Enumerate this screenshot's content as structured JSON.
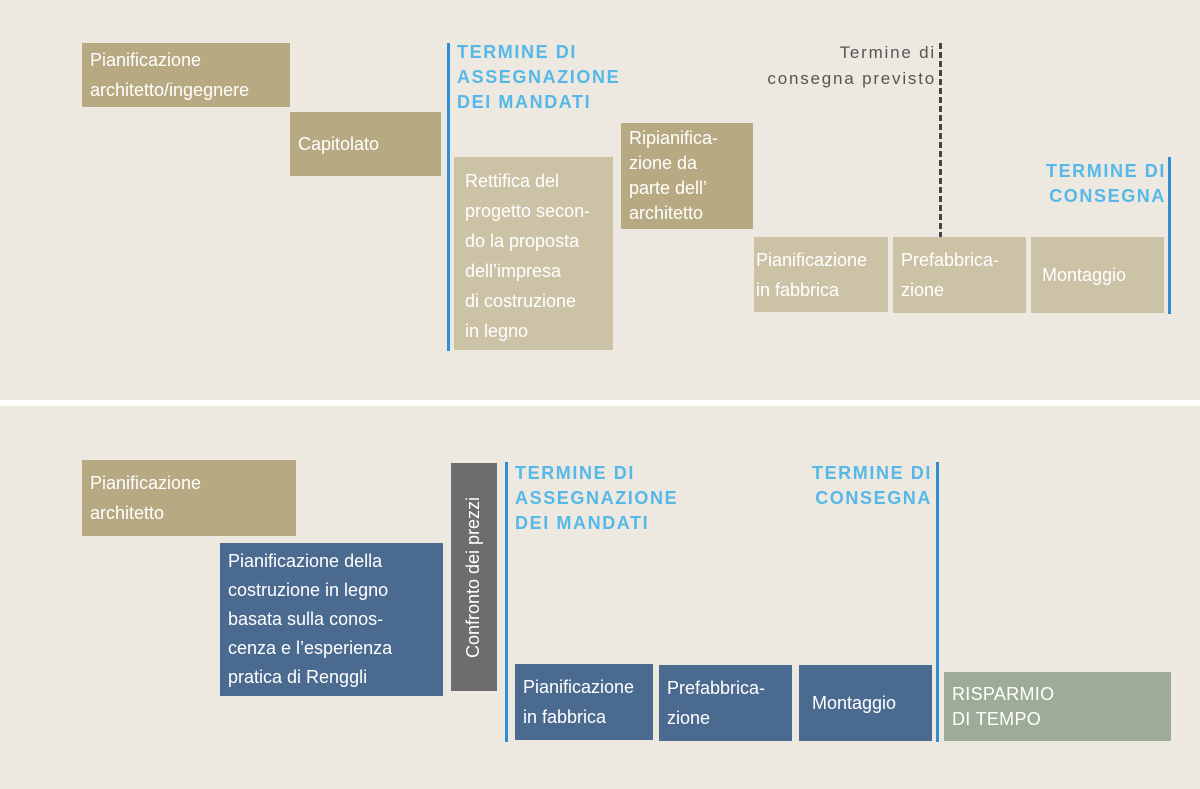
{
  "top": {
    "boxes": {
      "planning_architect_engineer": "Pianificazione\narchitetto/ingegnere",
      "specification": "Capitolato",
      "design_correction": "Rettifica del\nprogetto secon-\ndo la proposta\ndell’impresa\ndi costruzione\nin legno",
      "replanning": "Ripianifica-\nzione da\nparte dell’\narchitetto",
      "factory_planning": "Pianificazione\nin fabbrica",
      "prefabrication": "Prefabbrica-\nzione",
      "assembly": "Montaggio"
    },
    "award_deadline": "TERMINE DI\nASSEGNAZIONE\nDEI MANDATI",
    "planned_delivery": "Termine di\nconsegna previsto",
    "delivery_deadline": "TERMINE DI\nCONSEGNA"
  },
  "bottom": {
    "boxes": {
      "planning_architect": "Pianificazione\narchitetto",
      "timber_planning": "Pianificazione della\ncostruzione in legno\nbasata sulla conos-\ncenza e l’esperienza\npratica di Renggli",
      "price_comparison": "Confronto dei prezzi",
      "factory_planning": "Pianificazione\nin fabbrica",
      "prefabrication": "Prefabbrica-\nzione",
      "assembly": "Montaggio",
      "time_saving": "RISPARMIO\nDI TEMPO"
    },
    "award_deadline": "TERMINE DI\nASSEGNAZIONE\nDEI MANDATI",
    "delivery_deadline": "TERMINE DI\nCONSEGNA"
  },
  "colors": {
    "background": "#ede9e0",
    "architect_phase": "#b7a982",
    "timber_phase": "#ccc2a6",
    "renggli_phase": "#4b6a8f",
    "price_comparison": "#6d6d6d",
    "time_saving": "#9dac96",
    "milestone_line": "#2f8fd6",
    "milestone_text": "#56b8e8"
  }
}
